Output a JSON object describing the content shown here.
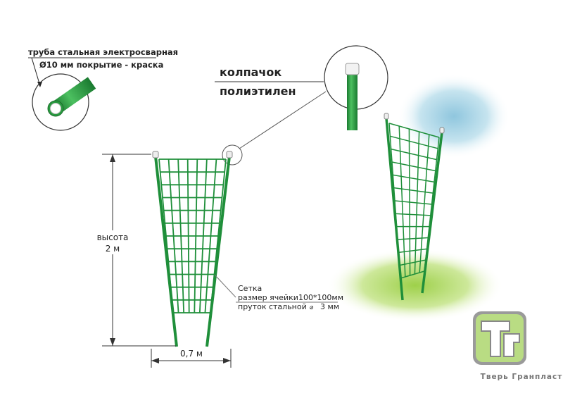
{
  "pipe": {
    "line1": "труба стальная электросварная",
    "line2": "Ø10 мм покрытие - краска"
  },
  "cap": {
    "line1": "колпачок",
    "line2": "полиэтилен"
  },
  "height": {
    "label": "высота",
    "value": "2 м"
  },
  "width": {
    "value": "0,7 м"
  },
  "mesh": {
    "line1": "Сетка",
    "line2": "размер ячейки100*100мм",
    "line3": "пруток стальной",
    "diam": "⌀",
    "line3_value": "3 мм"
  },
  "logo": {
    "letters": "ТГ",
    "company": "Тверь Гранпласт"
  },
  "colors": {
    "green": "#1f8f3a",
    "light_green": "#b6e07a",
    "sky": "#a9d4e6"
  }
}
